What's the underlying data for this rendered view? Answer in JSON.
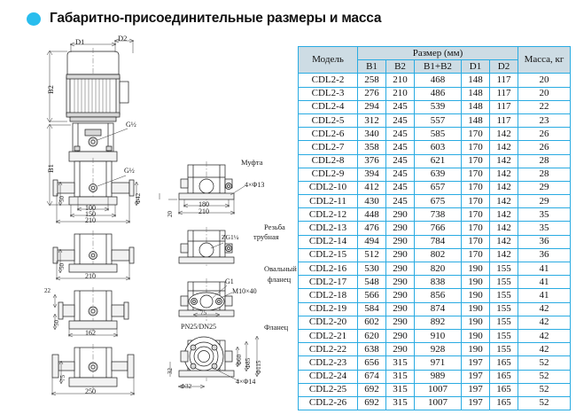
{
  "header": {
    "title": "Габаритно-присоединительные размеры и масса",
    "bullet_color": "#29BDEE"
  },
  "table": {
    "border_color": "#29ABE2",
    "header_bg": "#CDDCE4",
    "columns": {
      "model": "Модель",
      "size_group": "Размер (мм)",
      "b1": "B1",
      "b2": "B2",
      "b1b2": "B1+B2",
      "d1": "D1",
      "d2": "D2",
      "mass": "Масса, кг"
    },
    "rows": [
      {
        "model": "CDL2-2",
        "b1": "258",
        "b2": "210",
        "b1b2": "468",
        "d1": "148",
        "d2": "117",
        "mass": "20"
      },
      {
        "model": "CDL2-3",
        "b1": "276",
        "b2": "210",
        "b1b2": "486",
        "d1": "148",
        "d2": "117",
        "mass": "20"
      },
      {
        "model": "CDL2-4",
        "b1": "294",
        "b2": "245",
        "b1b2": "539",
        "d1": "148",
        "d2": "117",
        "mass": "22"
      },
      {
        "model": "CDL2-5",
        "b1": "312",
        "b2": "245",
        "b1b2": "557",
        "d1": "148",
        "d2": "117",
        "mass": "23"
      },
      {
        "model": "CDL2-6",
        "b1": "340",
        "b2": "245",
        "b1b2": "585",
        "d1": "170",
        "d2": "142",
        "mass": "26"
      },
      {
        "model": "CDL2-7",
        "b1": "358",
        "b2": "245",
        "b1b2": "603",
        "d1": "170",
        "d2": "142",
        "mass": "26"
      },
      {
        "model": "CDL2-8",
        "b1": "376",
        "b2": "245",
        "b1b2": "621",
        "d1": "170",
        "d2": "142",
        "mass": "28"
      },
      {
        "model": "CDL2-9",
        "b1": "394",
        "b2": "245",
        "b1b2": "639",
        "d1": "170",
        "d2": "142",
        "mass": "28"
      },
      {
        "model": "CDL2-10",
        "b1": "412",
        "b2": "245",
        "b1b2": "657",
        "d1": "170",
        "d2": "142",
        "mass": "29"
      },
      {
        "model": "CDL2-11",
        "b1": "430",
        "b2": "245",
        "b1b2": "675",
        "d1": "170",
        "d2": "142",
        "mass": "29"
      },
      {
        "model": "CDL2-12",
        "b1": "448",
        "b2": "290",
        "b1b2": "738",
        "d1": "170",
        "d2": "142",
        "mass": "35"
      },
      {
        "model": "CDL2-13",
        "b1": "476",
        "b2": "290",
        "b1b2": "766",
        "d1": "170",
        "d2": "142",
        "mass": "35"
      },
      {
        "model": "CDL2-14",
        "b1": "494",
        "b2": "290",
        "b1b2": "784",
        "d1": "170",
        "d2": "142",
        "mass": "36"
      },
      {
        "model": "CDL2-15",
        "b1": "512",
        "b2": "290",
        "b1b2": "802",
        "d1": "170",
        "d2": "142",
        "mass": "36"
      },
      {
        "model": "CDL2-16",
        "b1": "530",
        "b2": "290",
        "b1b2": "820",
        "d1": "190",
        "d2": "155",
        "mass": "41"
      },
      {
        "model": "CDL2-17",
        "b1": "548",
        "b2": "290",
        "b1b2": "838",
        "d1": "190",
        "d2": "155",
        "mass": "41"
      },
      {
        "model": "CDL2-18",
        "b1": "566",
        "b2": "290",
        "b1b2": "856",
        "d1": "190",
        "d2": "155",
        "mass": "41"
      },
      {
        "model": "CDL2-19",
        "b1": "584",
        "b2": "290",
        "b1b2": "874",
        "d1": "190",
        "d2": "155",
        "mass": "42"
      },
      {
        "model": "CDL2-20",
        "b1": "602",
        "b2": "290",
        "b1b2": "892",
        "d1": "190",
        "d2": "155",
        "mass": "42"
      },
      {
        "model": "CDL2-21",
        "b1": "620",
        "b2": "290",
        "b1b2": "910",
        "d1": "190",
        "d2": "155",
        "mass": "42"
      },
      {
        "model": "CDL2-22",
        "b1": "638",
        "b2": "290",
        "b1b2": "928",
        "d1": "190",
        "d2": "155",
        "mass": "42"
      },
      {
        "model": "CDL2-23",
        "b1": "656",
        "b2": "315",
        "b1b2": "971",
        "d1": "197",
        "d2": "165",
        "mass": "52"
      },
      {
        "model": "CDL2-24",
        "b1": "674",
        "b2": "315",
        "b1b2": "989",
        "d1": "197",
        "d2": "165",
        "mass": "52"
      },
      {
        "model": "CDL2-25",
        "b1": "692",
        "b2": "315",
        "b1b2": "1007",
        "d1": "197",
        "d2": "165",
        "mass": "52"
      },
      {
        "model": "CDL2-26",
        "b1": "692",
        "b2": "315",
        "b1b2": "1007",
        "d1": "197",
        "d2": "165",
        "mass": "52"
      }
    ]
  },
  "drawings": {
    "main_pump": {
      "d1": "D1",
      "d2": "D2",
      "b2": "B2",
      "b1": "B1",
      "g_half_top": "G½",
      "g_half_bottom": "G½",
      "h50": "50",
      "phi42": "Φ42",
      "w100": "100",
      "w150": "150",
      "w210": "210"
    },
    "view_210": {
      "h50": "50",
      "w210": "210"
    },
    "view_162": {
      "h22": "22",
      "h50": "50",
      "w162": "162"
    },
    "view_250": {
      "h75": "75",
      "w250": "250"
    },
    "coupling": {
      "caption": "Муфта",
      "holes": "4×Φ13",
      "w180": "180",
      "w210": "210",
      "h20": "20"
    },
    "pipe_thread": {
      "caption_line1": "Резьба",
      "caption_line2": "трубная",
      "thread": "ZG1¼"
    },
    "oval_flange": {
      "caption_line1": "Овальный",
      "caption_line2": "фланец",
      "g1": "G1",
      "bolt": "M10×40",
      "w75": "75"
    },
    "flange": {
      "caption": "Фланец",
      "rating": "PN25/DN25",
      "phi60": "Φ60",
      "phi85": "Φ85",
      "phi115": "Φ115",
      "phi32": "Φ32",
      "holes": "4×Φ14",
      "h32": "32"
    }
  }
}
